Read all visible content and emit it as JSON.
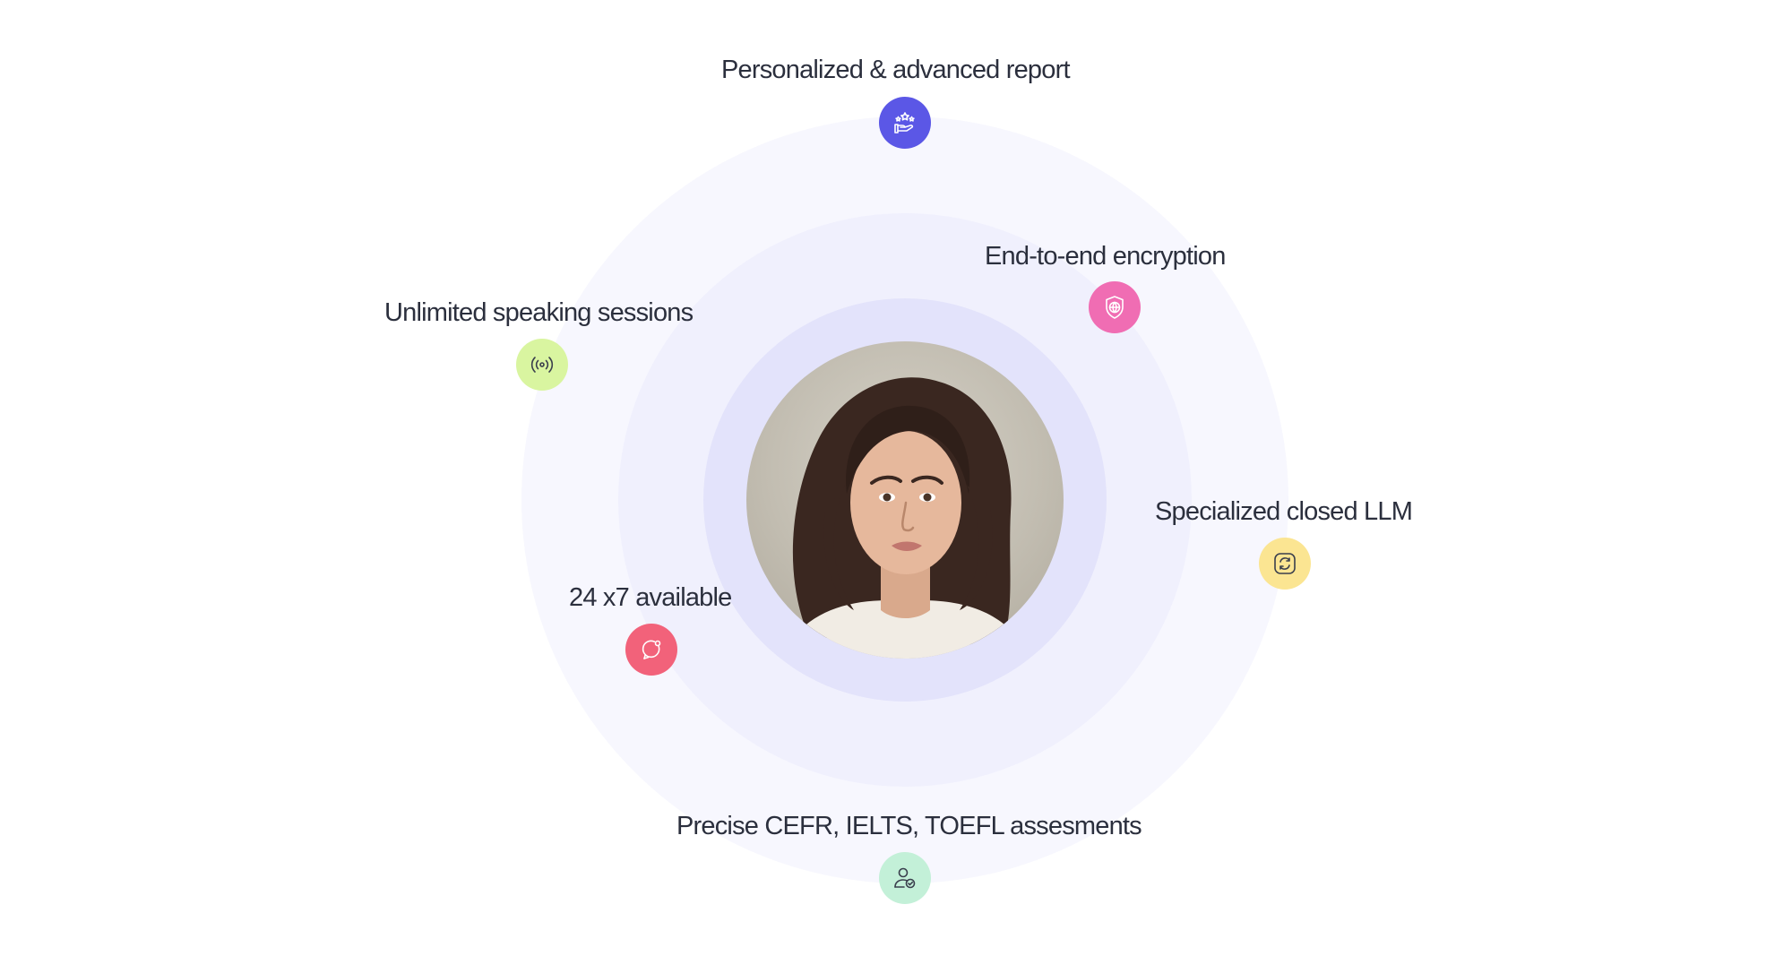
{
  "features": [
    {
      "id": "report",
      "label": "Personalized & advanced report",
      "icon": "hand-stars-icon",
      "color": "#5b57e6"
    },
    {
      "id": "encryption",
      "label": "End-to-end encryption",
      "icon": "shield-globe-icon",
      "color": "#f06db3"
    },
    {
      "id": "sessions",
      "label": "Unlimited speaking sessions",
      "icon": "broadcast-signal-icon",
      "color": "#d9f5a0"
    },
    {
      "id": "llm",
      "label": "Specialized closed LLM",
      "icon": "refresh-square-icon",
      "color": "#fbe592"
    },
    {
      "id": "available",
      "label": "24 x7 available",
      "icon": "chat-bubble-icon",
      "color": "#f2627a"
    },
    {
      "id": "assessment",
      "label": "Precise CEFR, IELTS, TOEFL assesments",
      "icon": "user-check-icon",
      "color": "#c3f0d8"
    }
  ],
  "avatar": {
    "description_icon": "woman-portrait"
  },
  "rings": {
    "outer": "#f7f7fe",
    "middle": "#f0f0fd",
    "inner": "#e3e3fb"
  }
}
